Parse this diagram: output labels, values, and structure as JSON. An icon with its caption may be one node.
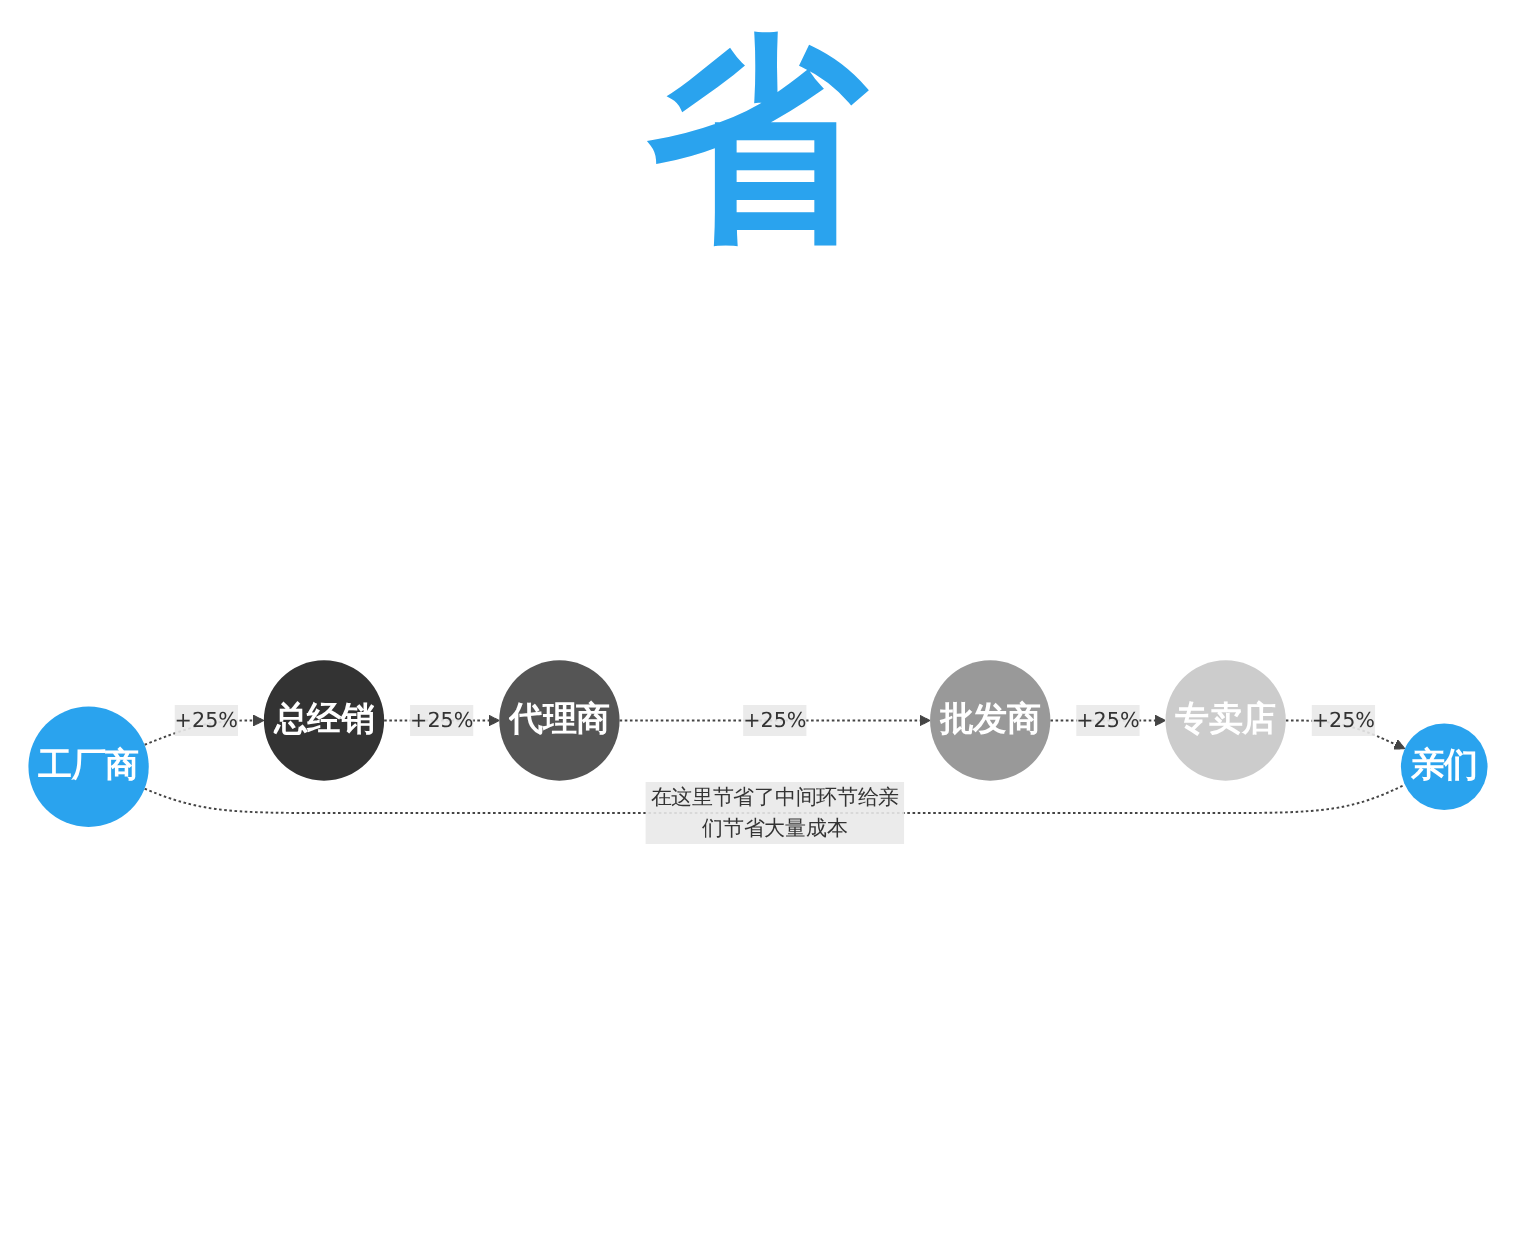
{
  "diagram": {
    "nodes": [
      {
        "text": [
          "工厂商"
        ]
      },
      {
        "text": [
          "总经销"
        ]
      },
      {
        "text": [
          "代理商"
        ]
      },
      {
        "text": [
          "批发商"
        ]
      },
      {
        "text": [
          "专卖店"
        ]
      },
      {
        "text": [
          "亲们"
        ]
      }
    ],
    "edges": [
      {
        "from": 0,
        "to": 1,
        "arrow": "to",
        "label": "+25%",
        "style": "dashed"
      },
      {
        "from": 1,
        "to": 2,
        "arrow": "to",
        "label": "+25%",
        "style": "dashed"
      },
      {
        "from": 2,
        "to": 3,
        "arrow": "to",
        "label": "+25%",
        "style": "dashed"
      },
      {
        "from": 3,
        "to": 4,
        "arrow": "to",
        "label": "+25%",
        "style": "dashed"
      },
      {
        "from": 4,
        "to": 5,
        "arrow": "to",
        "label": "+25%",
        "style": "dashed"
      },
      {
        "from": 0,
        "to": 5,
        "arrow": "none",
        "label": "在这里节省了中间环节给亲们节省大量成本",
        "style": "dashed"
      }
    ],
    "labels": [
      "省"
    ]
  }
}
